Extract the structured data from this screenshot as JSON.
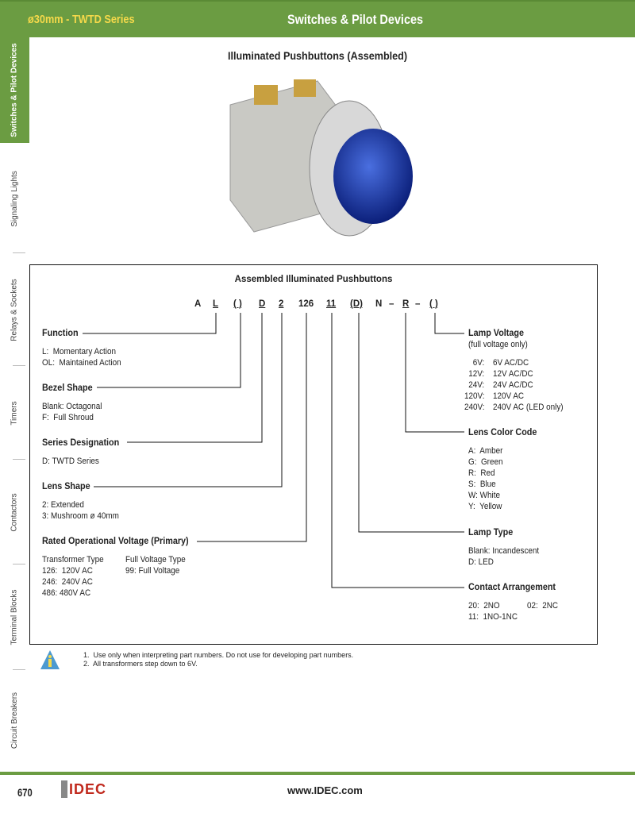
{
  "header": {
    "series": "ø30mm - TWTD Series",
    "section": "Switches & Pilot Devices"
  },
  "sidebar": [
    "Switches & Pilot Devices",
    "Signaling Lights",
    "Relays & Sockets",
    "Timers",
    "Contactors",
    "Terminal Blocks",
    "Circuit Breakers"
  ],
  "page_title": "Illuminated Pushbuttons (Assembled)",
  "diagram": {
    "title": "Assembled Illuminated Pushbuttons",
    "code": [
      "A",
      "L",
      "( )",
      "D",
      "2",
      "126",
      "11",
      "(D)",
      "N",
      "–",
      "R",
      "–",
      "( )"
    ],
    "function": {
      "label": "Function",
      "text": "L:  Momentary Action\nOL:  Maintained Action"
    },
    "bezel": {
      "label": "Bezel Shape",
      "text": "Blank: Octagonal\nF:  Full Shroud"
    },
    "series": {
      "label": "Series Designation",
      "text": "D: TWTD Series"
    },
    "lens_shape": {
      "label": "Lens Shape",
      "text": "2: Extended\n3: Mushroom ø 40mm"
    },
    "voltage": {
      "label": "Rated Operational Voltage (Primary)",
      "col1": "Transformer Type\n126:  120V AC\n246:  240V AC\n486: 480V AC",
      "col2": "Full Voltage Type\n99: Full Voltage"
    },
    "lamp_voltage": {
      "label": "Lamp Voltage",
      "sub": "(full voltage only)",
      "keys": "6V:\n12V:\n24V:\n120V:\n240V:",
      "vals": "6V AC/DC\n12V AC/DC\n24V AC/DC\n120V AC\n240V AC (LED only)"
    },
    "lens_color": {
      "label": "Lens Color Code",
      "text": "A:  Amber\nG:  Green\nR:  Red\nS:  Blue\nW: White\nY:  Yellow"
    },
    "lamp_type": {
      "label": "Lamp Type",
      "text": "Blank: Incandescent\nD: LED"
    },
    "contact": {
      "label": "Contact Arrangement",
      "col1": "20:  2NO\n11:  1NO-1NC",
      "col2": "02:  2NC"
    }
  },
  "notes": "1.  Use only when interpreting part numbers. Do not use for developing part numbers.\n2.  All transformers step down to 6V.",
  "footer": {
    "page": "670",
    "logo": "IDEC",
    "url": "www.IDEC.com"
  },
  "colors": {
    "green": "#6b9c42",
    "yellow": "#f5d94a",
    "idec_red": "#c0281c"
  }
}
